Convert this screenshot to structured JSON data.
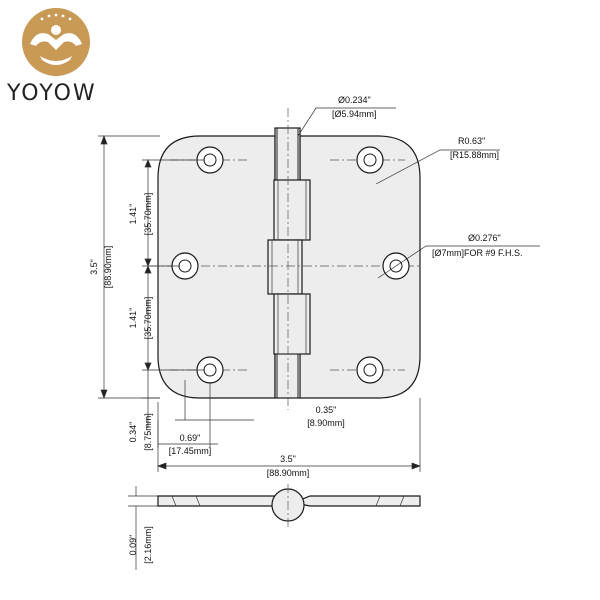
{
  "brand": {
    "name": "YOYOW",
    "logo_icon": "arm-wrestling-logo-icon",
    "accent": "#c89a55"
  },
  "drawing": {
    "pin_diameter": {
      "in": "Ø0.234\"",
      "mm": "[Ø5.94mm]"
    },
    "corner_radius": {
      "in": "R0.63\"",
      "mm": "[R15.88mm]"
    },
    "screw_hole": {
      "in": "Ø0.276\"",
      "mm": "[Ø7mm]FOR #9 F.H.S."
    },
    "overall_height": {
      "in": "3.5\"",
      "mm": "[88.90mm]"
    },
    "hole_spacing_upper": {
      "in": "1.41\"",
      "mm": "[35.70mm]"
    },
    "hole_spacing_lower": {
      "in": "1.41\"",
      "mm": "[35.70mm]"
    },
    "bottom_offset": {
      "in": "0.34\"",
      "mm": "[8.75mm]"
    },
    "edge_offset_inner": {
      "in": "0.35\"",
      "mm": "[8.90mm]"
    },
    "edge_offset_outer": {
      "in": "0.69\"",
      "mm": "[17.45mm]"
    },
    "overall_width": {
      "in": "3.5\"",
      "mm": "[88.90mm]"
    },
    "thickness": {
      "in": "0.09\"",
      "mm": "[2.16mm]"
    }
  }
}
